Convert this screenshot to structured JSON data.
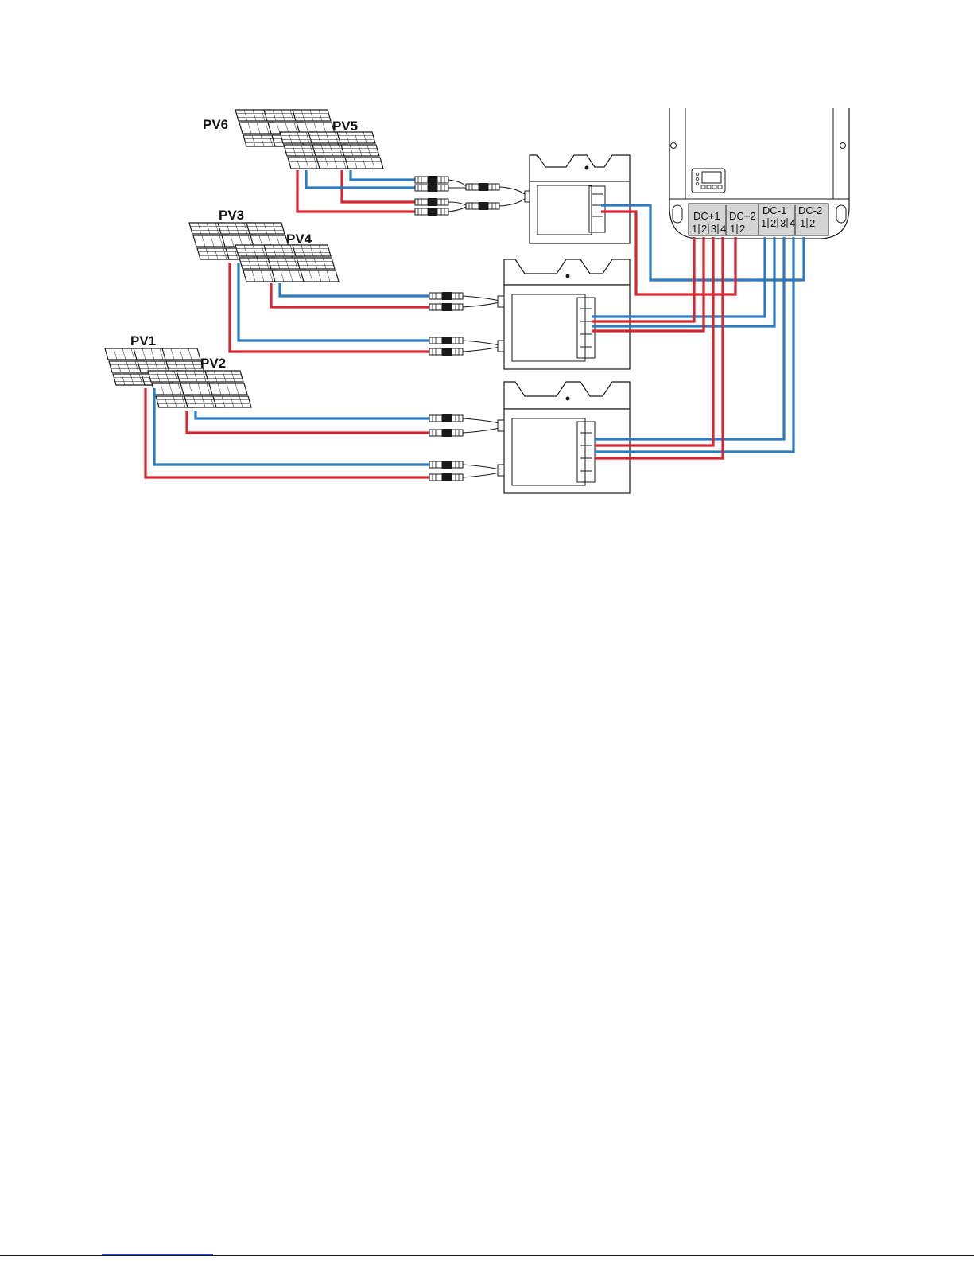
{
  "pv_labels": {
    "pv1": "PV1",
    "pv2": "PV2",
    "pv3": "PV3",
    "pv4": "PV4",
    "pv5": "PV5",
    "pv6": "PV6"
  },
  "inverter_ports": {
    "dc_plus_1": "DC+1",
    "dc_plus_2": "DC+2",
    "dc_minus_1": "DC-1",
    "dc_minus_2": "DC-2",
    "n1": "1",
    "n2": "2",
    "n3": "3",
    "n4": "4"
  },
  "colors": {
    "positive_wire": "#d7262f",
    "negative_wire": "#2b7bbf"
  }
}
